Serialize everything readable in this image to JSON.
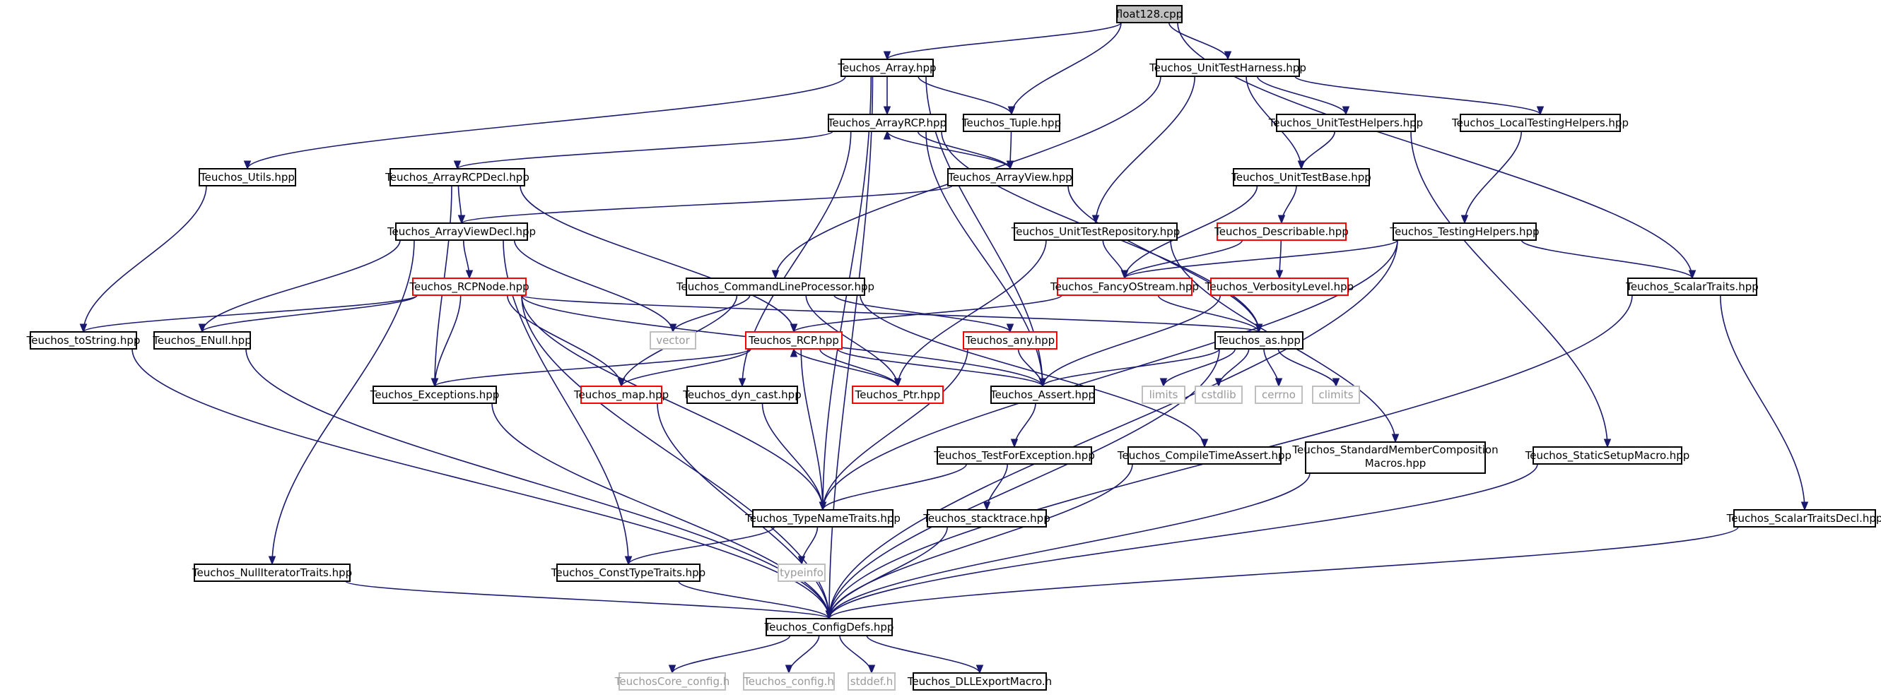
{
  "colors": {
    "edge": "#191970",
    "normal_border": "#000000",
    "normal_text": "#000000",
    "truncated_border": "#ff0000",
    "external_border": "#bfbfbf",
    "external_text": "#999999",
    "root_fill": "#bfbfbf",
    "fill": "#ffffff"
  },
  "nodes": [
    {
      "id": "float128",
      "label": "float128.cpp",
      "kind": "root"
    },
    {
      "id": "array",
      "label": "Teuchos_Array.hpp",
      "kind": "normal"
    },
    {
      "id": "uth",
      "label": "Teuchos_UnitTestHarness.hpp",
      "kind": "normal"
    },
    {
      "id": "arrayrcp",
      "label": "Teuchos_ArrayRCP.hpp",
      "kind": "normal"
    },
    {
      "id": "tuple",
      "label": "Teuchos_Tuple.hpp",
      "kind": "normal"
    },
    {
      "id": "uthelpers",
      "label": "Teuchos_UnitTestHelpers.hpp",
      "kind": "normal"
    },
    {
      "id": "localtesting",
      "label": "Teuchos_LocalTestingHelpers.hpp",
      "kind": "normal"
    },
    {
      "id": "utils",
      "label": "Teuchos_Utils.hpp",
      "kind": "normal"
    },
    {
      "id": "arrayrcpdecl",
      "label": "Teuchos_ArrayRCPDecl.hpp",
      "kind": "normal"
    },
    {
      "id": "arrayview",
      "label": "Teuchos_ArrayView.hpp",
      "kind": "normal"
    },
    {
      "id": "utbase",
      "label": "Teuchos_UnitTestBase.hpp",
      "kind": "normal"
    },
    {
      "id": "arrayviewdecl",
      "label": "Teuchos_ArrayViewDecl.hpp",
      "kind": "normal"
    },
    {
      "id": "utrepo",
      "label": "Teuchos_UnitTestRepository.hpp",
      "kind": "normal"
    },
    {
      "id": "describable",
      "label": "Teuchos_Describable.hpp",
      "kind": "truncated"
    },
    {
      "id": "testinghelpers",
      "label": "Teuchos_TestingHelpers.hpp",
      "kind": "normal"
    },
    {
      "id": "rcpnode",
      "label": "Teuchos_RCPNode.hpp",
      "kind": "truncated"
    },
    {
      "id": "clp",
      "label": "Teuchos_CommandLineProcessor.hpp",
      "kind": "normal"
    },
    {
      "id": "fancyostream",
      "label": "Teuchos_FancyOStream.hpp",
      "kind": "truncated"
    },
    {
      "id": "verbosity",
      "label": "Teuchos_VerbosityLevel.hpp",
      "kind": "truncated"
    },
    {
      "id": "scalartraits",
      "label": "Teuchos_ScalarTraits.hpp",
      "kind": "normal"
    },
    {
      "id": "tostring",
      "label": "Teuchos_toString.hpp",
      "kind": "normal"
    },
    {
      "id": "enull",
      "label": "Teuchos_ENull.hpp",
      "kind": "normal"
    },
    {
      "id": "vector",
      "label": "vector",
      "kind": "external"
    },
    {
      "id": "rcp",
      "label": "Teuchos_RCP.hpp",
      "kind": "truncated"
    },
    {
      "id": "any",
      "label": "Teuchos_any.hpp",
      "kind": "truncated"
    },
    {
      "id": "as",
      "label": "Teuchos_as.hpp",
      "kind": "normal"
    },
    {
      "id": "exceptions",
      "label": "Teuchos_Exceptions.hpp",
      "kind": "normal"
    },
    {
      "id": "map",
      "label": "Teuchos_map.hpp",
      "kind": "truncated"
    },
    {
      "id": "dyncast",
      "label": "Teuchos_dyn_cast.hpp",
      "kind": "normal"
    },
    {
      "id": "ptr",
      "label": "Teuchos_Ptr.hpp",
      "kind": "truncated"
    },
    {
      "id": "assert",
      "label": "Teuchos_Assert.hpp",
      "kind": "normal"
    },
    {
      "id": "limits",
      "label": "limits",
      "kind": "external"
    },
    {
      "id": "cstdlib",
      "label": "cstdlib",
      "kind": "external"
    },
    {
      "id": "cerrno",
      "label": "cerrno",
      "kind": "external"
    },
    {
      "id": "climits",
      "label": "climits",
      "kind": "external"
    },
    {
      "id": "testforexc",
      "label": "Teuchos_TestForException.hpp",
      "kind": "normal"
    },
    {
      "id": "compiletime",
      "label": "Teuchos_CompileTimeAssert.hpp",
      "kind": "normal"
    },
    {
      "id": "smcm",
      "label": "Teuchos_StandardMemberComposition",
      "label2": "Macros.hpp",
      "kind": "normal"
    },
    {
      "id": "staticsetup",
      "label": "Teuchos_StaticSetupMacro.hpp",
      "kind": "normal"
    },
    {
      "id": "typenametraits",
      "label": "Teuchos_TypeNameTraits.hpp",
      "kind": "normal"
    },
    {
      "id": "stacktrace",
      "label": "Teuchos_stacktrace.hpp",
      "kind": "normal"
    },
    {
      "id": "scalartraitsdecl",
      "label": "Teuchos_ScalarTraitsDecl.hpp",
      "kind": "normal"
    },
    {
      "id": "nulliter",
      "label": "Teuchos_NullIteratorTraits.hpp",
      "kind": "normal"
    },
    {
      "id": "consttype",
      "label": "Teuchos_ConstTypeTraits.hpp",
      "kind": "normal"
    },
    {
      "id": "typeinfo",
      "label": "typeinfo",
      "kind": "external"
    },
    {
      "id": "configdefs",
      "label": "Teuchos_ConfigDefs.hpp",
      "kind": "normal"
    },
    {
      "id": "coreconfig",
      "label": "TeuchosCore_config.h",
      "kind": "external"
    },
    {
      "id": "tconfig",
      "label": "Teuchos_config.h",
      "kind": "external"
    },
    {
      "id": "stddef",
      "label": "stddef.h",
      "kind": "external"
    },
    {
      "id": "dllexport",
      "label": "Teuchos_DLLExportMacro.h",
      "kind": "normal"
    }
  ],
  "edges": [
    [
      "float128",
      "array"
    ],
    [
      "float128",
      "uth"
    ],
    [
      "float128",
      "tuple"
    ],
    [
      "float128",
      "scalartraits"
    ],
    [
      "array",
      "arrayrcp"
    ],
    [
      "array",
      "tuple"
    ],
    [
      "array",
      "utils"
    ],
    [
      "array",
      "typenametraits"
    ],
    [
      "array",
      "assert"
    ],
    [
      "array",
      "configdefs"
    ],
    [
      "uth",
      "uthelpers"
    ],
    [
      "uth",
      "localtesting"
    ],
    [
      "uth",
      "utbase"
    ],
    [
      "uth",
      "utrepo"
    ],
    [
      "uth",
      "clp"
    ],
    [
      "arrayrcp",
      "arrayrcpdecl"
    ],
    [
      "arrayrcp",
      "arrayview"
    ],
    [
      "arrayrcp",
      "dyncast"
    ],
    [
      "arrayrcp",
      "as"
    ],
    [
      "arrayrcp",
      "assert"
    ],
    [
      "tuple",
      "arrayview"
    ],
    [
      "uthelpers",
      "utbase"
    ],
    [
      "uthelpers",
      "staticsetup"
    ],
    [
      "localtesting",
      "testinghelpers"
    ],
    [
      "utils",
      "tostring"
    ],
    [
      "arrayrcpdecl",
      "arrayviewdecl"
    ],
    [
      "arrayrcpdecl",
      "rcp"
    ],
    [
      "arrayrcpdecl",
      "exceptions"
    ],
    [
      "arrayview",
      "arrayrcp"
    ],
    [
      "arrayview",
      "arrayviewdecl"
    ],
    [
      "arrayview",
      "as"
    ],
    [
      "utbase",
      "describable"
    ],
    [
      "utbase",
      "fancyostream"
    ],
    [
      "arrayviewdecl",
      "rcpnode"
    ],
    [
      "arrayviewdecl",
      "enull"
    ],
    [
      "arrayviewdecl",
      "vector"
    ],
    [
      "arrayviewdecl",
      "nulliter"
    ],
    [
      "arrayviewdecl",
      "consttype"
    ],
    [
      "utrepo",
      "fancyostream"
    ],
    [
      "utrepo",
      "ptr"
    ],
    [
      "utrepo",
      "smcm"
    ],
    [
      "describable",
      "fancyostream"
    ],
    [
      "describable",
      "verbosity"
    ],
    [
      "testinghelpers",
      "fancyostream"
    ],
    [
      "testinghelpers",
      "scalartraits"
    ],
    [
      "testinghelpers",
      "typenametraits"
    ],
    [
      "testinghelpers",
      "configdefs"
    ],
    [
      "rcpnode",
      "tostring"
    ],
    [
      "rcpnode",
      "enull"
    ],
    [
      "rcpnode",
      "exceptions"
    ],
    [
      "rcpnode",
      "map"
    ],
    [
      "rcpnode",
      "typenametraits"
    ],
    [
      "rcpnode",
      "assert"
    ],
    [
      "rcpnode",
      "as"
    ],
    [
      "rcpnode",
      "configdefs"
    ],
    [
      "clp",
      "vector"
    ],
    [
      "clp",
      "any"
    ],
    [
      "clp",
      "map"
    ],
    [
      "clp",
      "ptr"
    ],
    [
      "clp",
      "compiletime"
    ],
    [
      "fancyostream",
      "rcp"
    ],
    [
      "fancyostream",
      "as"
    ],
    [
      "verbosity",
      "assert"
    ],
    [
      "scalartraits",
      "configdefs"
    ],
    [
      "scalartraits",
      "scalartraitsdecl"
    ],
    [
      "tostring",
      "configdefs"
    ],
    [
      "enull",
      "configdefs"
    ],
    [
      "rcp",
      "ptr"
    ],
    [
      "rcp",
      "exceptions"
    ],
    [
      "rcp",
      "map"
    ],
    [
      "rcp",
      "assert"
    ],
    [
      "rcp",
      "typenametraits"
    ],
    [
      "any",
      "assert"
    ],
    [
      "any",
      "typenametraits"
    ],
    [
      "as",
      "assert"
    ],
    [
      "as",
      "limits"
    ],
    [
      "as",
      "cstdlib"
    ],
    [
      "as",
      "cerrno"
    ],
    [
      "as",
      "climits"
    ],
    [
      "as",
      "configdefs"
    ],
    [
      "exceptions",
      "configdefs"
    ],
    [
      "map",
      "configdefs"
    ],
    [
      "dyncast",
      "typenametraits"
    ],
    [
      "ptr",
      "rcp"
    ],
    [
      "assert",
      "testforexc"
    ],
    [
      "testforexc",
      "stacktrace"
    ],
    [
      "testforexc",
      "typenametraits"
    ],
    [
      "compiletime",
      "configdefs"
    ],
    [
      "smcm",
      "configdefs"
    ],
    [
      "staticsetup",
      "configdefs"
    ],
    [
      "typenametraits",
      "consttype"
    ],
    [
      "typenametraits",
      "typeinfo"
    ],
    [
      "stacktrace",
      "configdefs"
    ],
    [
      "scalartraitsdecl",
      "configdefs"
    ],
    [
      "nulliter",
      "configdefs"
    ],
    [
      "consttype",
      "configdefs"
    ],
    [
      "configdefs",
      "coreconfig"
    ],
    [
      "configdefs",
      "tconfig"
    ],
    [
      "configdefs",
      "stddef"
    ],
    [
      "configdefs",
      "dllexport"
    ]
  ]
}
